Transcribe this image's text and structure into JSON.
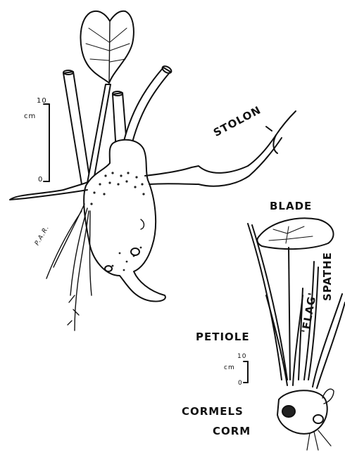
{
  "labels": {
    "stolon": "STOLON",
    "blade": "BLADE",
    "spathe": "SPATHE",
    "flag": "'FLAG'",
    "petiole": "PETIOLE",
    "cormels": "CORMELS",
    "corm": "CORM",
    "initials": "P.A.R."
  },
  "scale_bar_large": {
    "top": "10",
    "unit": "cm",
    "bottom": "0"
  },
  "scale_bar_small": {
    "top": "10",
    "unit": "cm",
    "bottom": "0"
  },
  "colors": {
    "ink": "#111111",
    "paper": "#ffffff",
    "stipple": "#333333"
  }
}
